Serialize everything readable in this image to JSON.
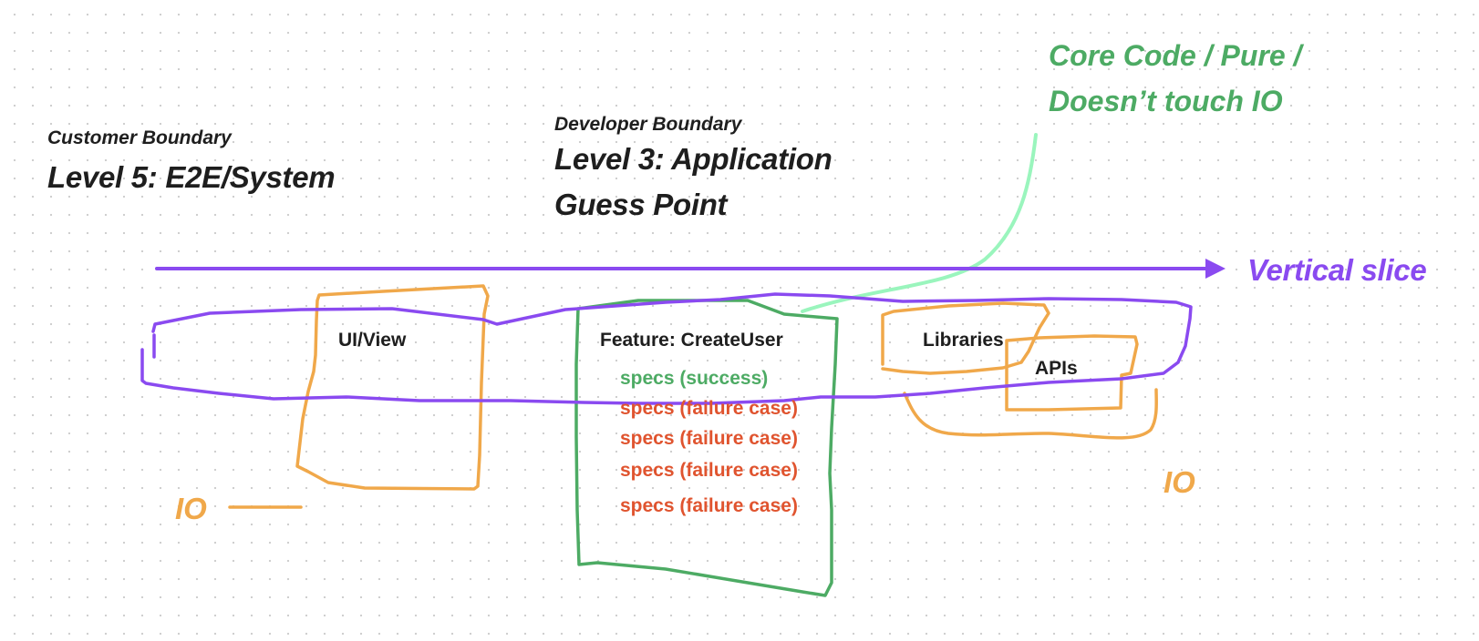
{
  "boundaries": {
    "customer": {
      "label": "Customer Boundary",
      "level": "Level 5: E2E/System"
    },
    "developer": {
      "label": "Developer Boundary",
      "level": "Level 3: Application",
      "guess": "Guess Point"
    }
  },
  "core_note": {
    "line1": "Core Code / Pure /",
    "line2": "Doesn’t touch IO"
  },
  "slice_label": "Vertical slice",
  "boxes": {
    "ui": "UI/View",
    "feature": "Feature: CreateUser",
    "libraries": "Libraries",
    "apis": "APIs"
  },
  "specs": [
    "specs (success)",
    "specs (failure case)",
    "specs (failure case)",
    "specs (failure case)",
    "specs (failure case)"
  ],
  "io_labels": [
    "IO",
    "IO"
  ],
  "colors": {
    "purple": "#8a4af0",
    "orange": "#f0a84a",
    "green": "#4dab64",
    "mint": "#9af5bd",
    "red": "#e0542f",
    "text": "#1e1e1e"
  }
}
